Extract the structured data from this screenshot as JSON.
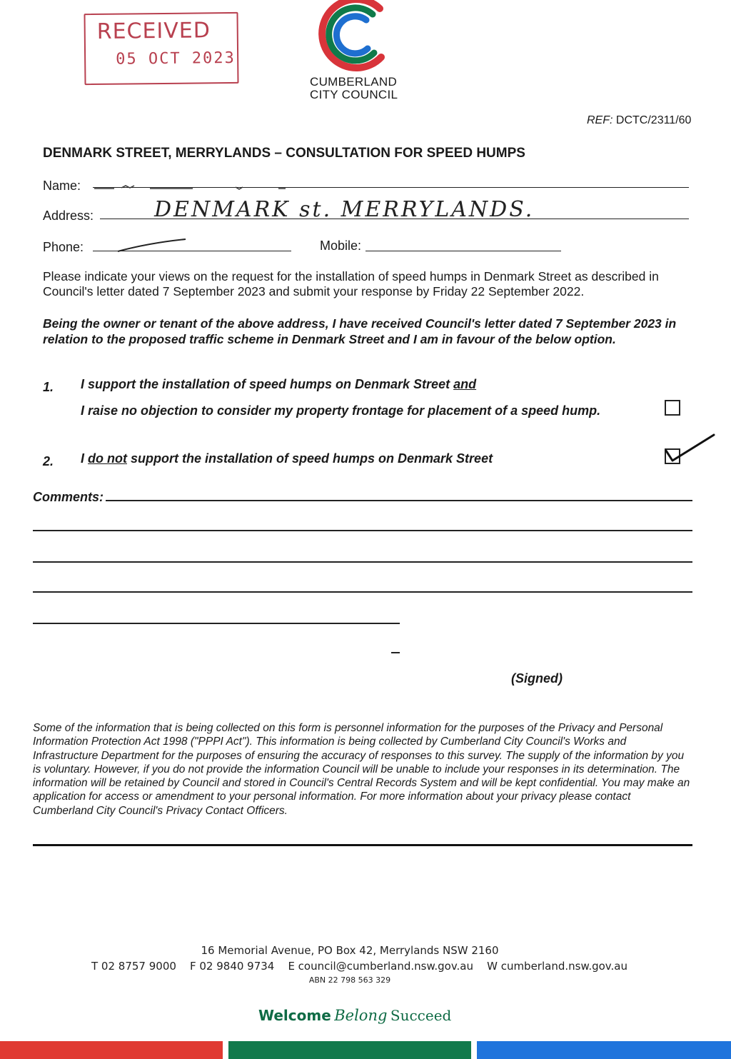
{
  "stamp": {
    "title": "RECEIVED",
    "date": "05 OCT 2023"
  },
  "logo": {
    "line1": "CUMBERLAND",
    "line2": "CITY COUNCIL",
    "icon": "cumberland-c-logo"
  },
  "ref": {
    "label": "REF:",
    "value": "DCTC/2311/60"
  },
  "title": "DENMARK STREET, MERRYLANDS – CONSULTATION FOR SPEED HUMPS",
  "form": {
    "name_label": "Name:",
    "address_label": "Address:",
    "address_value": "DENMARK st. MERRYLANDS.",
    "phone_label": "Phone:",
    "mobile_label": "Mobile:"
  },
  "intro": "Please indicate your views on the request for the installation of speed humps in Denmark Street as described in Council's letter dated 7 September 2023 and submit your response by Friday 22 September 2022.",
  "declaration": "Being the owner or tenant of the above address, I have received Council's letter dated 7 September 2023 in relation to the proposed traffic scheme in Denmark Street and I am in favour of the below option.",
  "options": [
    {
      "number": "1.",
      "line1_a": "I support the installation of speed humps on Denmark Street ",
      "line1_b": "and",
      "line2": "I raise no objection to consider my property frontage for placement of a speed hump.",
      "checked": false
    },
    {
      "number": "2.",
      "text_a": "I ",
      "text_b": "do not",
      "text_c": " support the installation of speed humps on Denmark Street",
      "checked": true
    }
  ],
  "comments_label": "Comments:",
  "signed_label": "(Signed)",
  "privacy": "Some of the information that is being collected on this form is personnel information for the purposes of the Privacy and Personal Information Protection Act 1998 (\"PPPI Act\"). This information is being collected by Cumberland City Council's Works and Infrastructure Department for the purposes of ensuring the accuracy of responses to this survey. The supply of the information by you is voluntary. However, if you do not provide the information Council will be unable to include your responses in its determination. The information will be retained by Council and stored in Council's Central Records System and will be kept confidential. You may make an application for access or amendment to your personal information. For more information about your privacy please contact Cumberland City Council's Privacy Contact Officers.",
  "footer": {
    "address": "16 Memorial Avenue, PO Box 42, Merrylands NSW 2160",
    "phone": "T 02 8757 9000",
    "fax": "F 02 9840 9734",
    "email": "E council@cumberland.nsw.gov.au",
    "web": "W cumberland.nsw.gov.au",
    "abn": "ABN 22 798 563 329",
    "slogan_1": "Welcome",
    "slogan_2": "Belong",
    "slogan_3": "Succeed"
  },
  "colors": {
    "stamp": "#b8404f",
    "logo_red": "#d8343a",
    "logo_green": "#0f7a4a",
    "logo_blue": "#1e6fd0",
    "footer_green": "#0f6b45",
    "bar_red": "#e03a32",
    "bar_green": "#127a4c",
    "bar_blue": "#1f74dc"
  }
}
